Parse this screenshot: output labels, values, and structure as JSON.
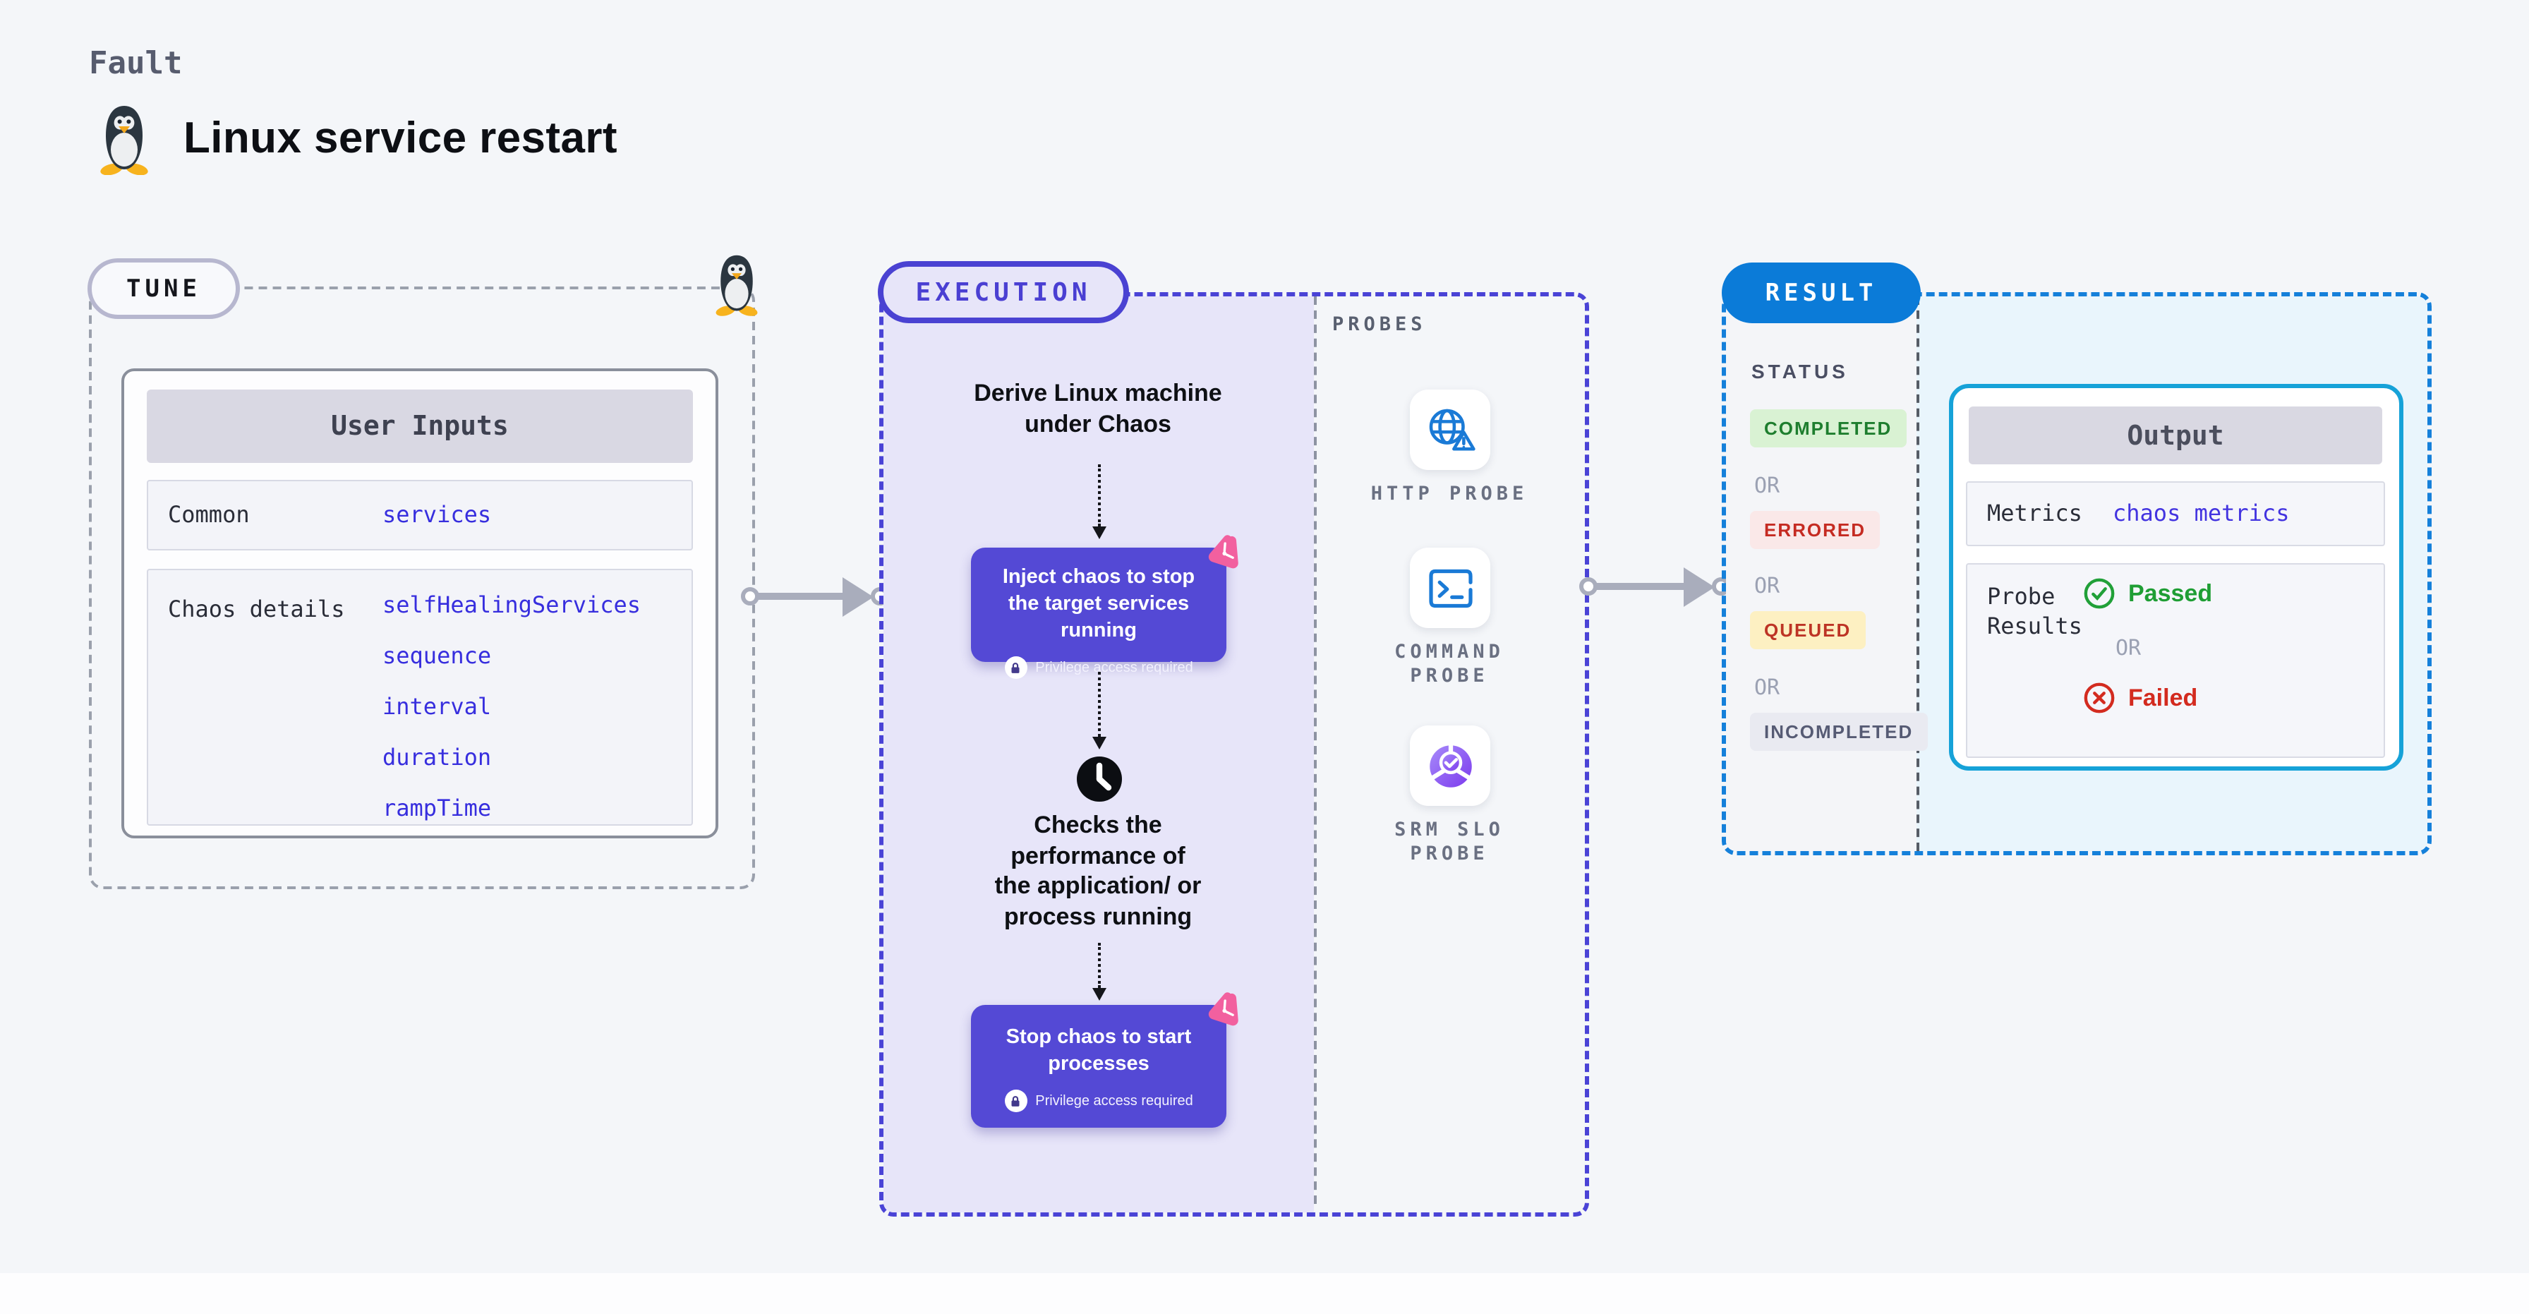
{
  "page": {
    "kicker": "Fault",
    "title": "Linux service restart"
  },
  "tune": {
    "badge": "TUNE",
    "card_title": "User Inputs",
    "rows": [
      {
        "label": "Common",
        "values": [
          "services"
        ]
      },
      {
        "label": "Chaos details",
        "values": [
          "selfHealingServices",
          "sequence",
          "interval",
          "duration",
          "rampTime"
        ]
      }
    ]
  },
  "execution": {
    "badge": "EXECUTION",
    "step1_lines": [
      "Derive Linux machine",
      "under Chaos"
    ],
    "inject": {
      "title": "Inject chaos to stop the target services running",
      "note": "Privilege access required"
    },
    "check_lines": [
      "Checks the",
      "performance of",
      "the application/ or",
      "process running"
    ],
    "stop": {
      "title": "Stop chaos to start processes",
      "note": "Privilege access required"
    }
  },
  "probes": {
    "label": "PROBES",
    "items": [
      {
        "icon": "globe-warning-icon",
        "lines": [
          "HTTP PROBE"
        ]
      },
      {
        "icon": "terminal-icon",
        "lines": [
          "COMMAND",
          "PROBE"
        ]
      },
      {
        "icon": "slo-donut-icon",
        "lines": [
          "SRM SLO",
          "PROBE"
        ]
      }
    ]
  },
  "result": {
    "badge": "RESULT",
    "status_label": "STATUS",
    "or_label": "OR",
    "statuses": [
      {
        "label": "COMPLETED",
        "type": "completed"
      },
      {
        "label": "ERRORED",
        "type": "errored"
      },
      {
        "label": "QUEUED",
        "type": "queued"
      },
      {
        "label": "INCOMPLETED",
        "type": "incompleted"
      }
    ],
    "output": {
      "title": "Output",
      "metrics_label": "Metrics",
      "metrics_value": "chaos metrics",
      "probe_label_lines": [
        "Probe",
        "Results"
      ],
      "or_label": "OR",
      "passed": "Passed",
      "failed": "Failed"
    }
  },
  "colors": {
    "page_bg": "#f4f6f9",
    "execution_accent": "#4a42d2",
    "execution_fill": "#e7e5f9",
    "step_box_purple": "#5449d5",
    "chaos_pink": "#f2609f",
    "result_accent": "#0b7bd8",
    "output_border": "#16a2d8",
    "value_blue": "#372ede",
    "completed_green": "#1e7e2e",
    "errored_red": "#c52b22",
    "queued_red": "#bd3425",
    "incompleted_gray": "#565b74",
    "passed_green": "#1f9e34",
    "failed_red": "#d32b1f",
    "probe_icon_blue": "#1a7ad6",
    "connector_gray": "#a9adbc"
  }
}
